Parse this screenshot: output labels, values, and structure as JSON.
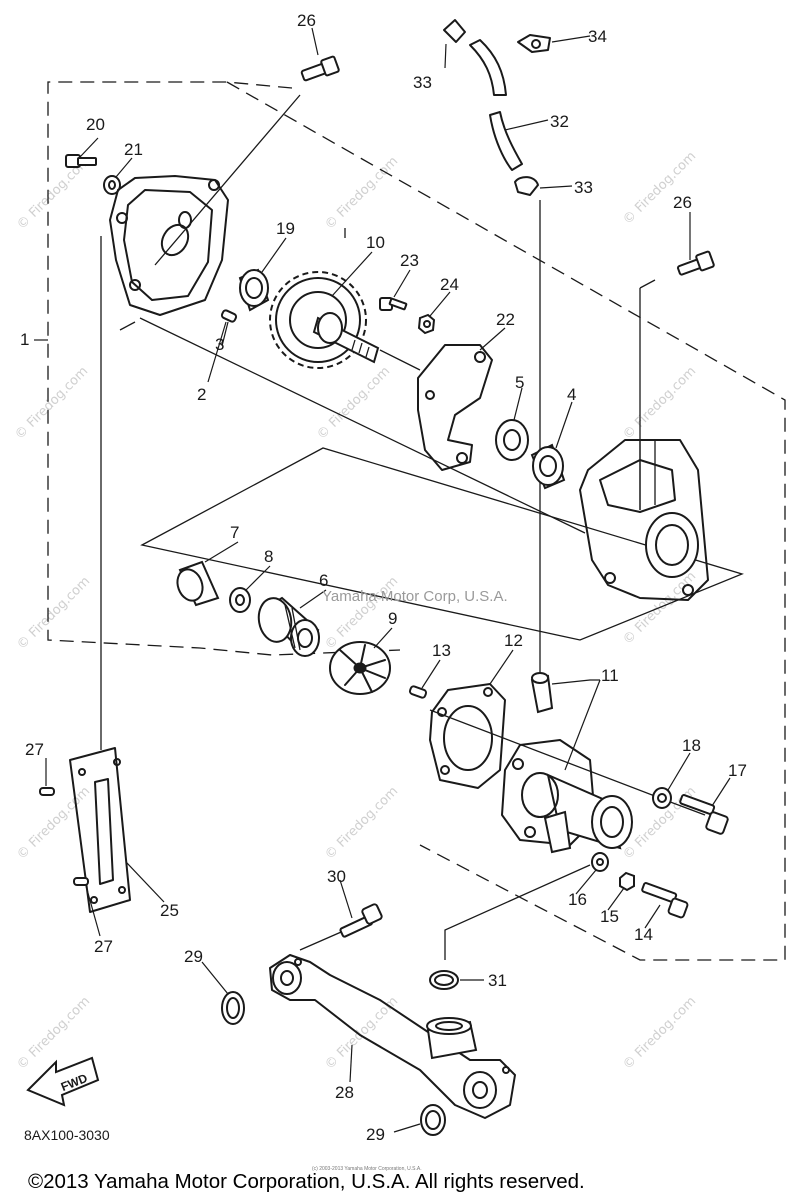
{
  "callouts": {
    "c1": "1",
    "c2": "2",
    "c3": "3",
    "c4": "4",
    "c5": "5",
    "c6": "6",
    "c7": "7",
    "c8": "8",
    "c9": "9",
    "c10": "10",
    "c11": "11",
    "c12": "12",
    "c13": "13",
    "c14": "14",
    "c15": "15",
    "c16": "16",
    "c17": "17",
    "c18": "18",
    "c19": "19",
    "c20": "20",
    "c21": "21",
    "c22": "22",
    "c23": "23",
    "c24": "24",
    "c25": "25",
    "c26": "26",
    "c27": "27",
    "c28": "28",
    "c29": "29",
    "c30": "30",
    "c31": "31",
    "c32": "32",
    "c33": "33",
    "c34": "34"
  },
  "watermark_text": "© Firedog.com",
  "diagram_watermark": "Yamaha Motor Corp, U.S.A.",
  "diagram_code": "8AX100-3030",
  "fwd_label": "FWD",
  "small_print": "(c) 2003-2013 Yamaha Motor Corporation, U.S.A.",
  "copyright": "©2013 Yamaha Motor Corporation, U.S.A. All rights reserved."
}
